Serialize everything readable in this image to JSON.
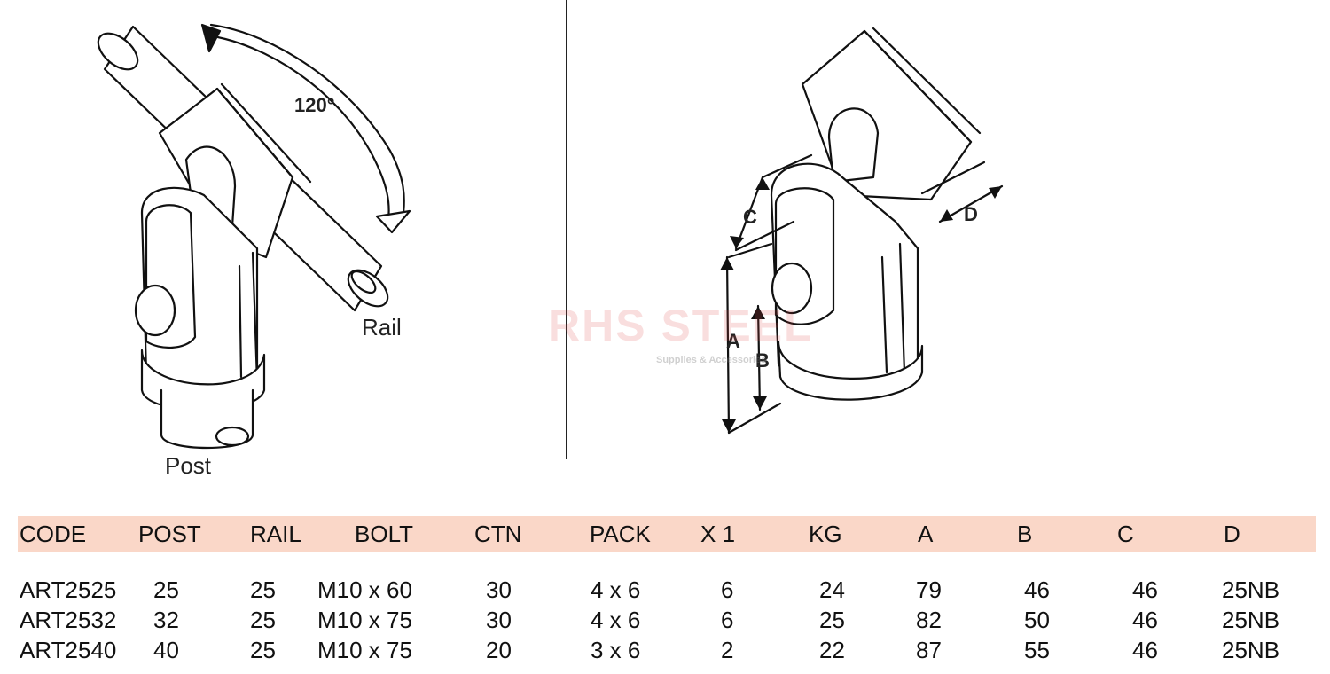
{
  "figure_left": {
    "angle_label": "120°",
    "rail_label": "Rail",
    "post_label": "Post"
  },
  "figure_right": {
    "dim_a": "A",
    "dim_b": "B",
    "dim_c": "C",
    "dim_d": "D"
  },
  "watermark": {
    "name": "RHS STEEL",
    "tagline": "Supplies & Accessories"
  },
  "table": {
    "header_color": "#fad7c8",
    "columns": [
      "CODE",
      "POST",
      "RAIL",
      "BOLT",
      "CTN",
      "PACK",
      "X 1",
      "KG",
      "A",
      "B",
      "C",
      "D"
    ],
    "rows": [
      [
        "ART2525",
        "25",
        "25",
        "M10 x 60",
        "30",
        "4 x 6",
        "6",
        "24",
        "79",
        "46",
        "46",
        "25NB"
      ],
      [
        "ART2532",
        "32",
        "25",
        "M10 x 75",
        "30",
        "4 x 6",
        "6",
        "25",
        "82",
        "50",
        "46",
        "25NB"
      ],
      [
        "ART2540",
        "40",
        "25",
        "M10 x 75",
        "20",
        "3 x 6",
        "2",
        "22",
        "87",
        "55",
        "46",
        "25NB"
      ]
    ]
  }
}
